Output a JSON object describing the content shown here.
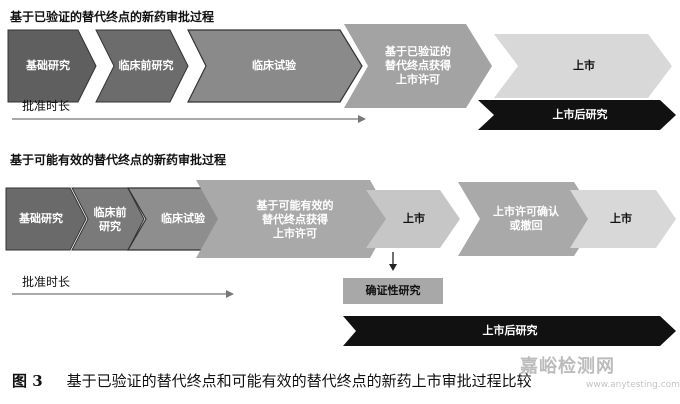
{
  "section1": {
    "title": "基于已验证的替代终点的新药审批过程",
    "stages": [
      "基础研究",
      "临床前研究",
      "临床试验",
      "基于已验证的\n替代终点获得\n上市许可",
      "上市"
    ],
    "approval_time": "批准时长",
    "post_market": "上市后研究"
  },
  "section2": {
    "title": "基于可能有效的替代终点的新药审批过程",
    "stages": [
      "基础研究",
      "临床前\n研究",
      "临床试验",
      "基于可能有效的\n替代终点获得\n上市许可",
      "上市",
      "上市许可确认\n或撤回",
      "上市"
    ],
    "confirmatory": "确证性研究",
    "approval_time": "批准时长",
    "post_market": "上市后研究"
  },
  "caption": {
    "figure": "图 3",
    "text": "基于已验证的替代终点和可能有效的替代终点的新药上市审批过程比较"
  },
  "watermark": {
    "text": "嘉峪检测网",
    "sub": "www.anytesting.com"
  },
  "colors": {
    "darkest": "#5f5f5f",
    "dark": "#7a7a7a",
    "mid": "#9b9b9b",
    "light": "#c4c4c4",
    "lightest": "#dcdcdc",
    "black_arrow": "#111111",
    "box_gray": "#a8a8a8"
  }
}
